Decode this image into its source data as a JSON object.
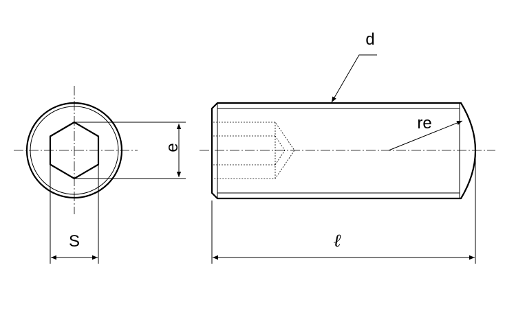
{
  "labels": {
    "d": "d",
    "e": "e",
    "re": "re",
    "s": "S",
    "l": "ℓ"
  },
  "colors": {
    "line": "#000000",
    "background": "#ffffff"
  }
}
